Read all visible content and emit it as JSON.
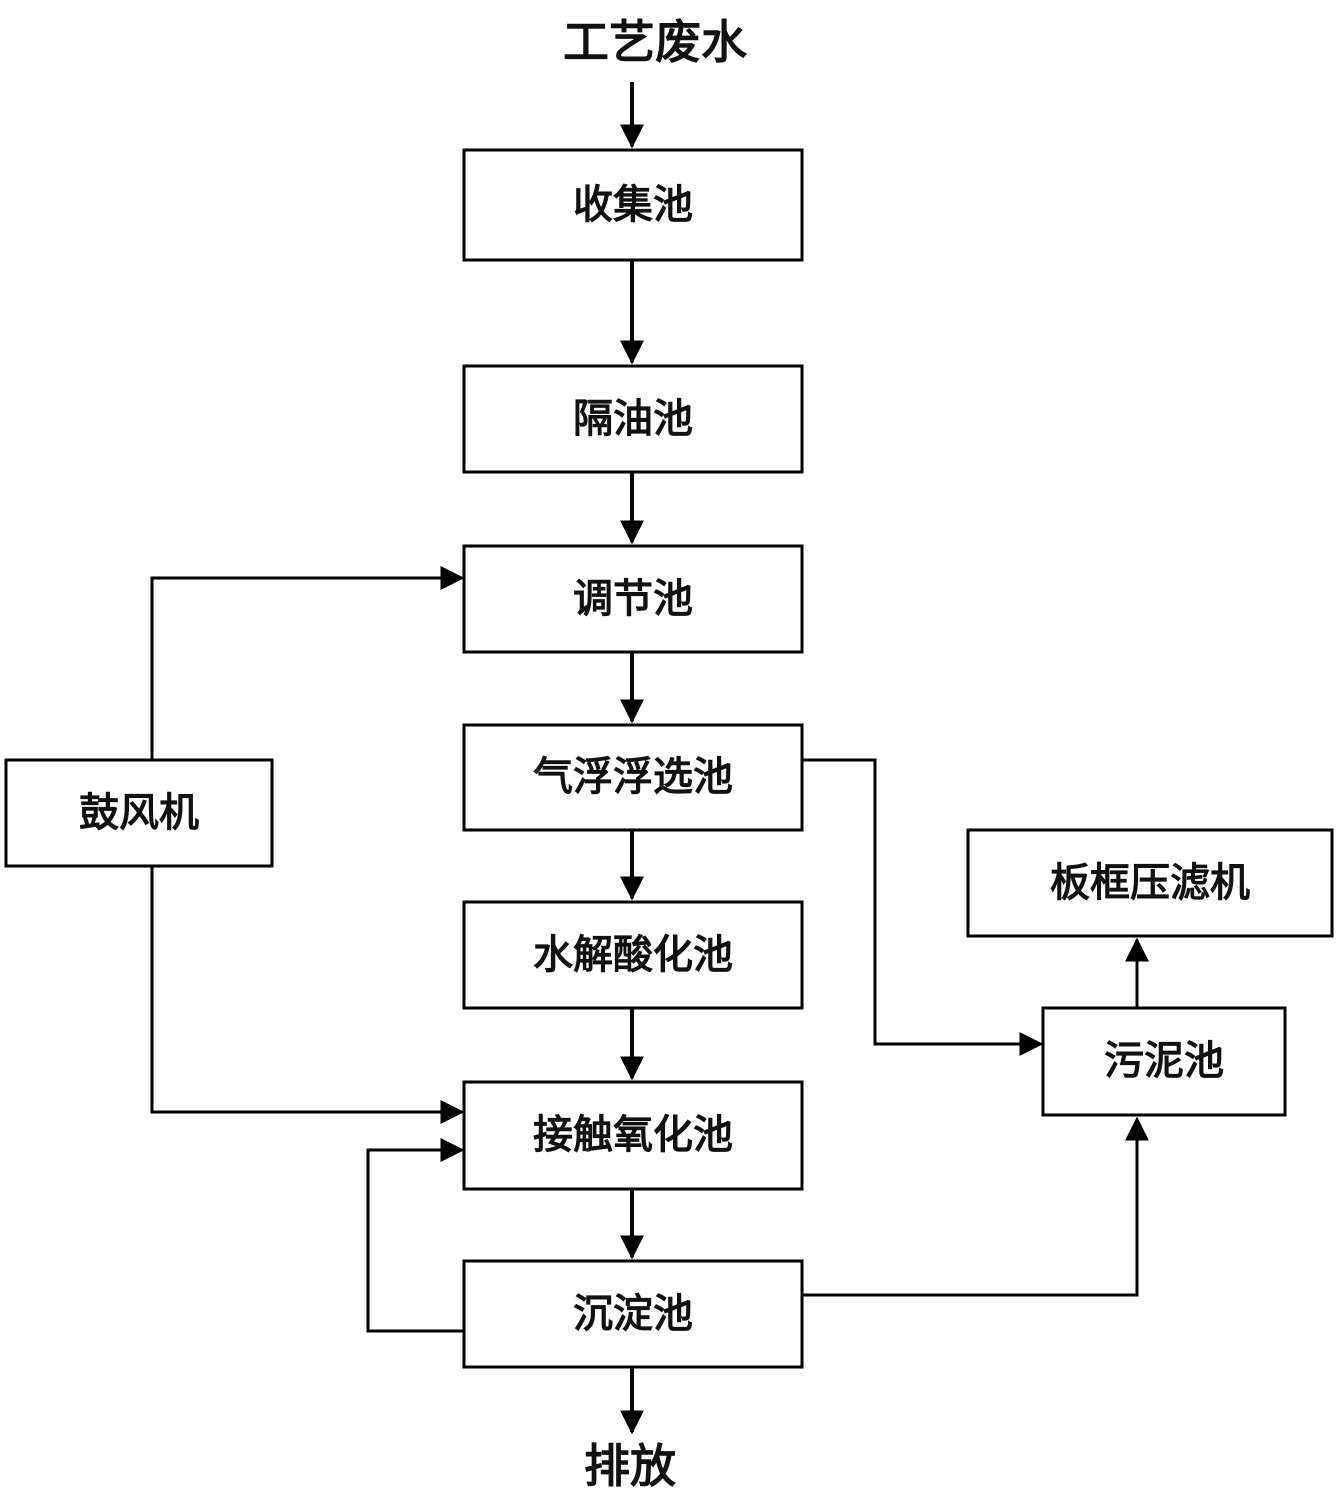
{
  "diagram": {
    "input": "工艺废水",
    "output": "排放",
    "boxes": {
      "collection_tank": "收集池",
      "oil_separator": "隔油池",
      "equalization_tank": "调节池",
      "air_flotation_tank": "气浮浮选池",
      "hydrolysis_acidification_tank": "水解酸化池",
      "contact_oxidation_tank": "接触氧化池",
      "sedimentation_tank": "沉淀池",
      "blower": "鼓风机",
      "sludge_tank": "污泥池",
      "plate_frame_filter_press": "板框压滤机"
    },
    "colors": {
      "line": "#000000",
      "box_fill": "#ffffff",
      "text": "#111111"
    }
  }
}
